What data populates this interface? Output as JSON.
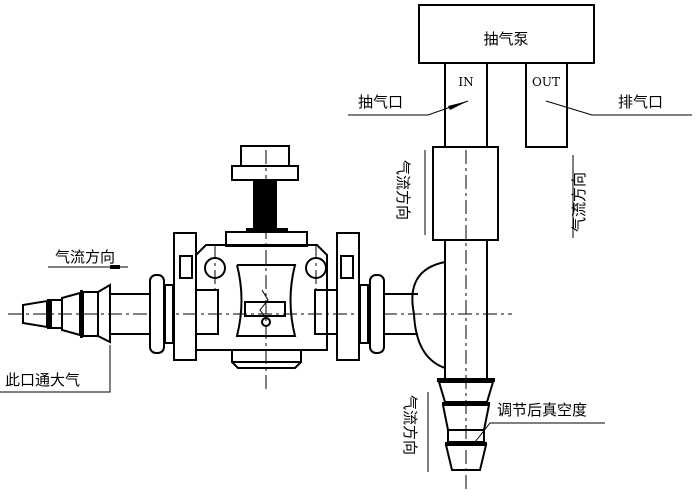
{
  "labels": {
    "pump": "抽气泵",
    "in_port": "IN",
    "out_port": "OUT",
    "suction_port": "抽气口",
    "exhaust_port": "排气口",
    "airflow_up": "气流方向",
    "airflow_down": "气流方向",
    "airflow_left": "气流方向",
    "airflow_bottom": "气流方向",
    "atmosphere_port": "此口通大气",
    "adjusted_vacuum": "调节后真空度"
  }
}
